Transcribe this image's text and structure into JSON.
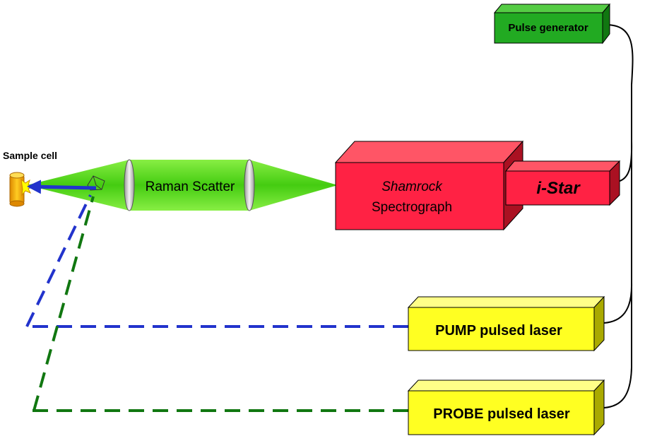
{
  "labels": {
    "pulse_generator": "Pulse generator",
    "sample_cell": "Sample cell",
    "raman_scatter": "Raman Scatter",
    "shamrock": "Shamrock",
    "spectrograph": "Spectrograph",
    "istar": "i-Star",
    "pump_laser": "PUMP pulsed laser",
    "probe_laser": "PROBE pulsed laser"
  },
  "colors": {
    "pulse_generator": "#22aa22",
    "spectrograph": "#ff2244",
    "laser_box": "#ffff22",
    "raman_cone": "#55dd22",
    "pump_beam": "#2233cc",
    "probe_beam": "#117711",
    "sample_cell": "#ffbb00",
    "cable": "#000000"
  }
}
